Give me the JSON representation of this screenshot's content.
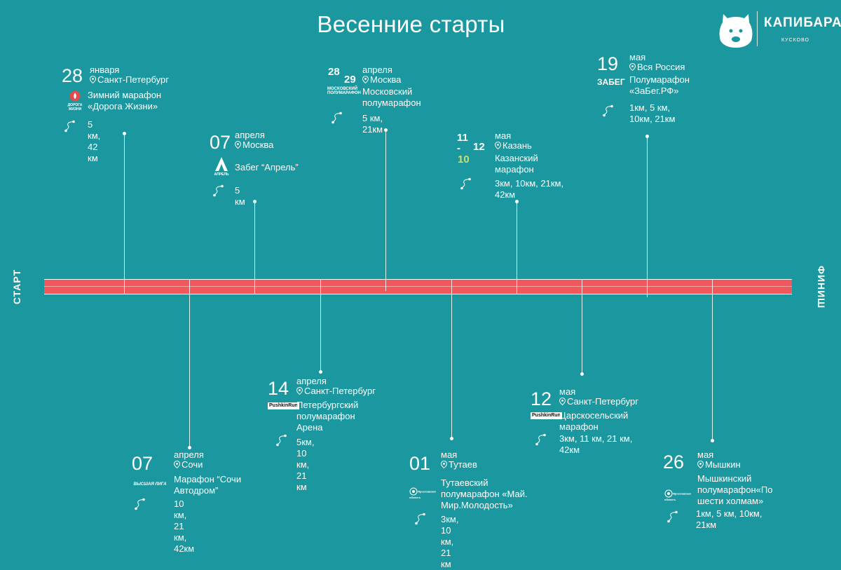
{
  "title": "Весенние старты",
  "brand": {
    "name": "КАПИБАРА",
    "subtitle": "КУСКОВО"
  },
  "track": {
    "start_label": "СТАРТ",
    "finish_label": "ФИНИШ",
    "color": "#f0585c"
  },
  "colors": {
    "background": "#1a979f",
    "text": "#ffffff"
  },
  "events": [
    {
      "day": "28",
      "month": "января",
      "city": "Санкт-Петербург",
      "name": "Зимний марафон «Дорога Жизни»",
      "distance": "5 км, 42 км",
      "logo": "ДОРОГА ЖИЗНИ"
    },
    {
      "day": "07",
      "month": "апреля",
      "city": "Сочи",
      "name": "Марафон “Сочи Автодром”",
      "distance": "10 км, 21 км, 42км",
      "logo": "ВЫСШАЯ ЛИГА"
    },
    {
      "day": "07",
      "month": "апреля",
      "city": "Москва",
      "name": "Забег “Апрель”",
      "distance": "5 км",
      "logo": "АПРЕЛЬ"
    },
    {
      "day": "14",
      "month": "апреля",
      "city": "Санкт-Петербург",
      "name": "Петербургский полумарафон Арена",
      "distance": "5км, 10 км, 21 км",
      "logo": "PushkinRun"
    },
    {
      "day_a": "28",
      "day_b": "29",
      "month": "апреля",
      "city": "Москва",
      "name": "Московский полумарафон",
      "distance": "5 км, 21км",
      "logo": "МОСКОВСКИЙ ПОЛУМАРАФОН"
    },
    {
      "day": "01",
      "month": "мая",
      "city": "Тутаев",
      "name": "Тутаевский полумарафон «Май. Мир.Молодость»",
      "distance": "3км, 10 км, 21 км",
      "logo": "Ярославская область"
    },
    {
      "day_a": "11 -",
      "day_b": "12",
      "month": "мая",
      "city": "Казань",
      "name": "Казанский марафон",
      "distance": "3км, 10км, 21км, 42км",
      "logo": "10"
    },
    {
      "day": "12",
      "month": "мая",
      "city": "Санкт-Петербург",
      "name": "Царскосельский марафон",
      "distance": "3км, 11 км, 21 км, 42км",
      "logo": "PushkinRun"
    },
    {
      "day": "19",
      "month": "мая",
      "city": "Вся Россия",
      "name": "Полумарафон «ЗаБег.РФ»",
      "distance": "1км, 5 км, 10км, 21км",
      "logo": "ЗАБЕГ"
    },
    {
      "day": "26",
      "month": "мая",
      "city": "Мышкин",
      "name": "Мышкинский полумарафон«По шести холмам»",
      "distance": "1км, 5 км, 10км, 21км",
      "logo": "Ярославская область"
    }
  ]
}
